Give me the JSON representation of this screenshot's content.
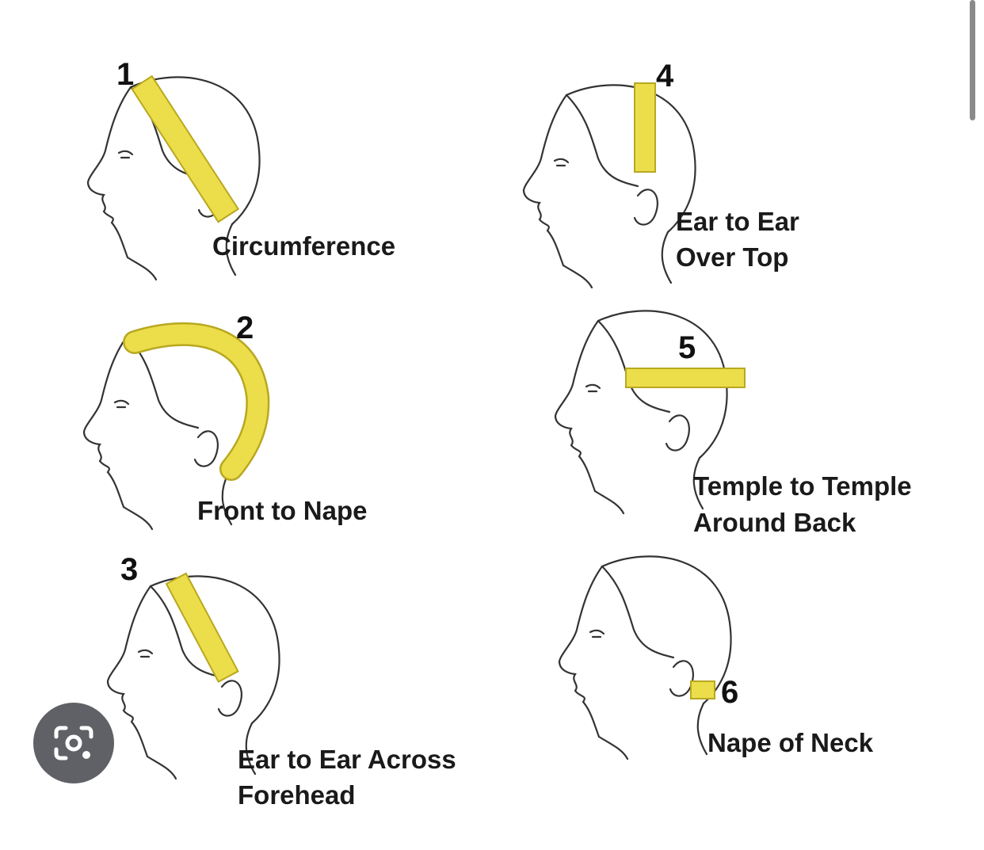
{
  "diagrams": [
    {
      "number": "1",
      "label_lines": [
        "Circumference"
      ]
    },
    {
      "number": "2",
      "label_lines": [
        "Front to Nape"
      ]
    },
    {
      "number": "3",
      "label_lines": [
        "Ear to Ear Across",
        "Forehead"
      ]
    },
    {
      "number": "4",
      "label_lines": [
        "Ear to Ear",
        "Over Top"
      ]
    },
    {
      "number": "5",
      "label_lines": [
        "Temple to Temple",
        "Around Back"
      ]
    },
    {
      "number": "6",
      "label_lines": [
        "Nape of Neck"
      ]
    }
  ],
  "colors": {
    "tape": "#ecdd4a",
    "tape_stroke": "#b8a820",
    "line": "#333333",
    "lens_button": "#5f6166"
  },
  "overlay": {
    "lens_button_icon": "camera-search-icon"
  }
}
